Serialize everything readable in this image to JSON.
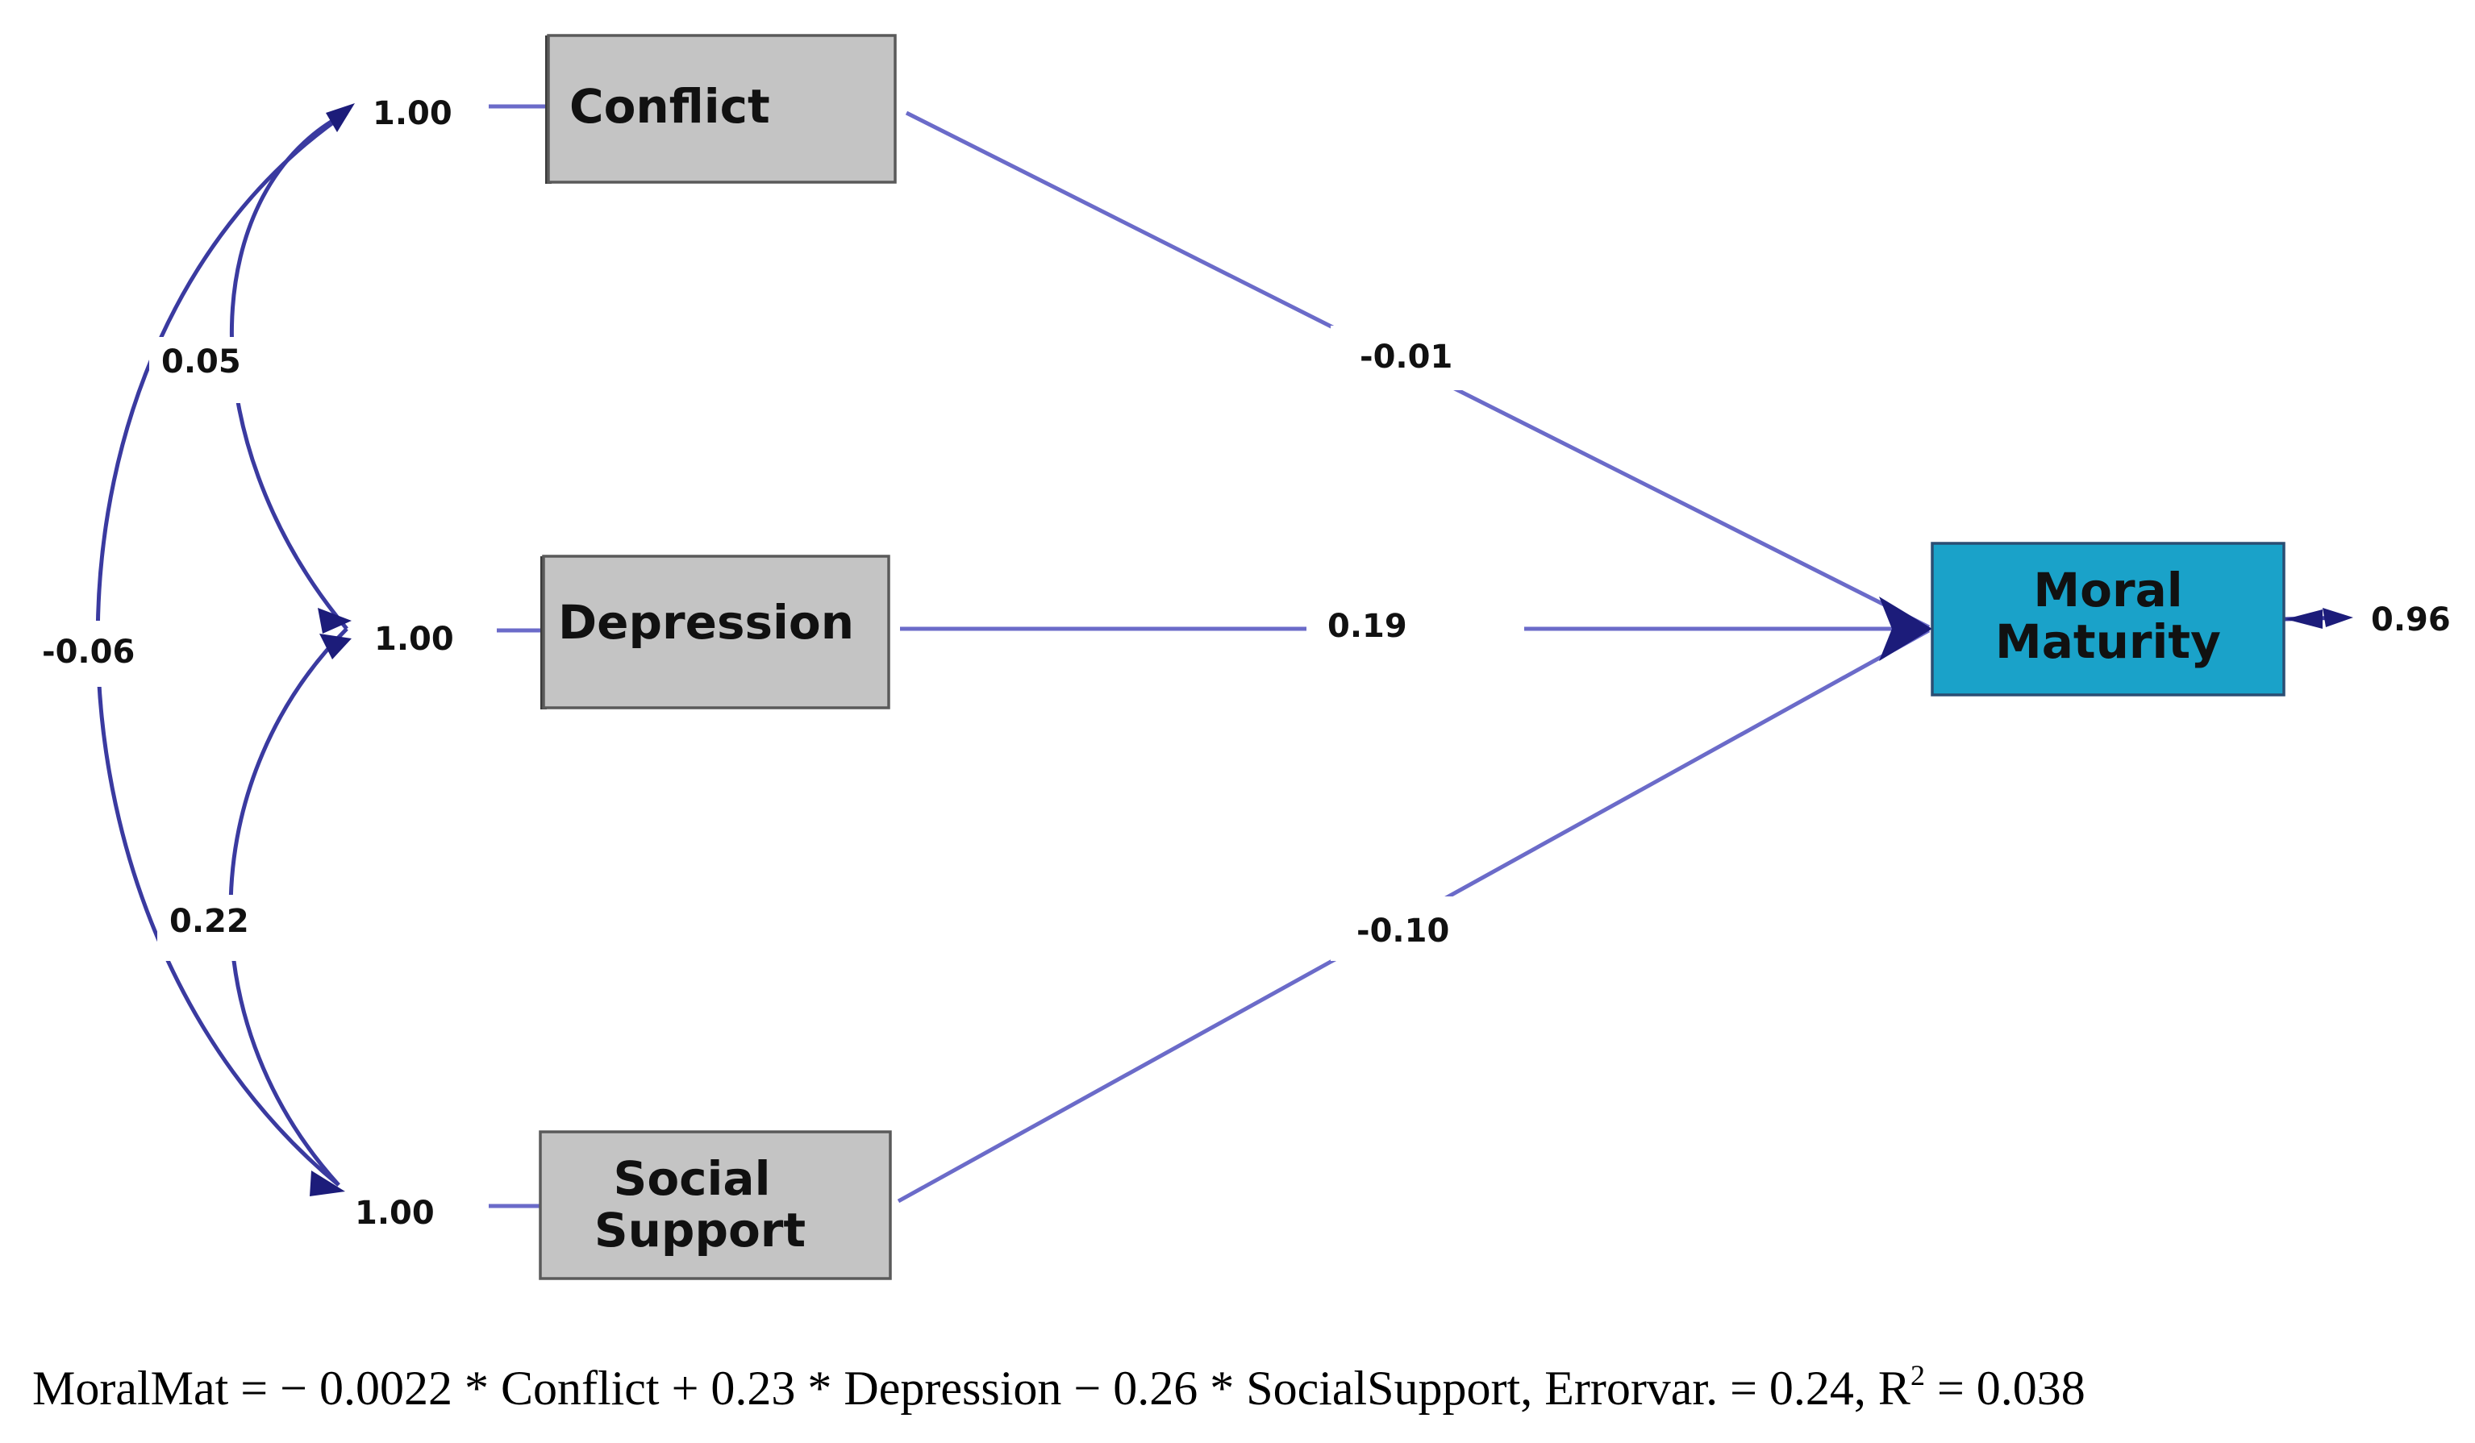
{
  "nodes": {
    "conflict": "Conflict",
    "depression": "Depression",
    "social_support_line1": "Social",
    "social_support_line2": "Support",
    "moral_maturity_line1": "Moral",
    "moral_maturity_line2": "Maturity"
  },
  "variances": {
    "conflict": "1.00",
    "depression": "1.00",
    "social_support": "1.00",
    "moral_maturity_error": "0.96"
  },
  "covariances": {
    "conflict_depression": "0.05",
    "depression_social_support": "0.22",
    "conflict_social_support": "-0.06"
  },
  "paths": {
    "conflict_to_moral": "-0.01",
    "depression_to_moral": "0.19",
    "social_support_to_moral": "-0.10"
  },
  "equation": {
    "main": "MoralMat = − 0.0022 * Conflict + 0.23 * Depression − 0.26 * SocialSupport, Errorvar. = 0.24, R",
    "superscript": "2",
    "tail": " = 0.038"
  },
  "colors": {
    "box_gray": "#c4c4c4",
    "box_blue": "#1aa2c9",
    "edge": "#6b6bc9",
    "arrowhead": "#1c1c7a"
  }
}
